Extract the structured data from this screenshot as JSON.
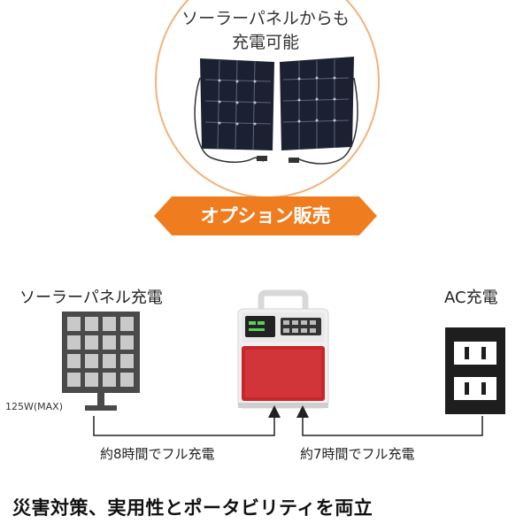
{
  "top": {
    "caption_line1": "ソーラーパネルからも",
    "caption_line2": "充電可能",
    "banner": "オプション販売"
  },
  "diagram": {
    "solar_label": "ソーラーパネル充電",
    "ac_label": "AC充電",
    "solar_rating": "125W(MAX)",
    "solar_time": "約8時間でフル充電",
    "ac_time": "約7時間でフル充電"
  },
  "tagline": "災害対策、実用性とポータビリティを両立",
  "colors": {
    "accent_orange": "#ef7d1f",
    "circle_border": "#f1b27a",
    "station_red": "#c8262a",
    "panel_gray": "#4a4a4a"
  }
}
